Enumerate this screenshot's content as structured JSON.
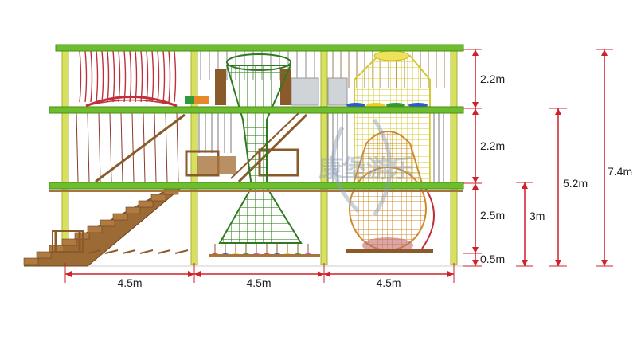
{
  "dimensions": {
    "widths": [
      "4.5m",
      "4.5m",
      "4.5m"
    ],
    "level_heights": [
      "2.2m",
      "2.2m",
      "2.5m",
      "0.5m"
    ],
    "cumulative_heights": [
      "3m",
      "5.2m",
      "7.4m"
    ]
  },
  "watermark": {
    "text": "康堡游乐"
  },
  "colors": {
    "frame_green": "#6dbe2e",
    "post_yellow": "#d8e060",
    "wood": "#8a5a2b",
    "net_green": "#3f8f2a",
    "dimension_red": "#d0202a",
    "tower_yellow": "#e9e24a",
    "tower_orange": "#d8a03a",
    "rope_red": "#c0303a"
  }
}
